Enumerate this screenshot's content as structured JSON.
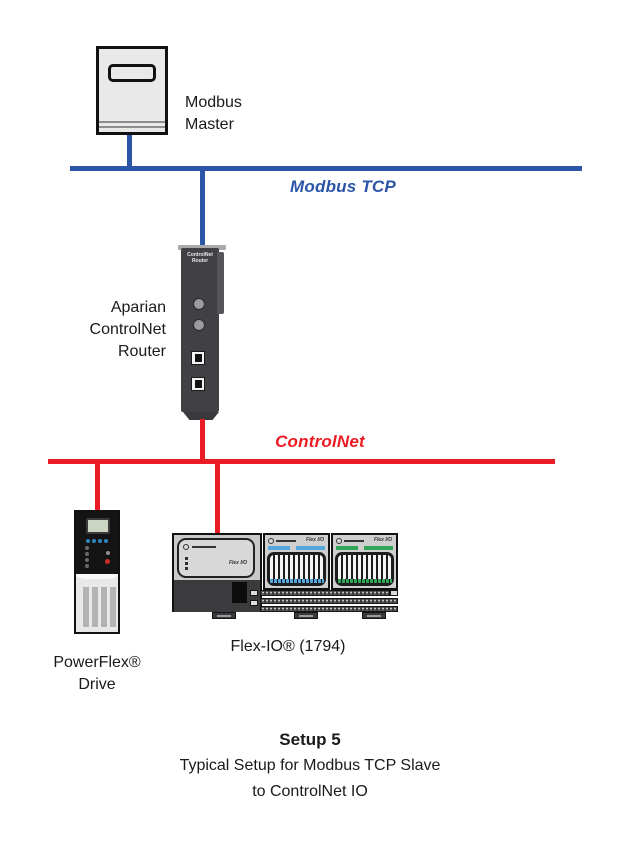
{
  "colors": {
    "modbus_blue": "#2b55a7",
    "controlnet_red": "#ec1c24",
    "text_black": "#1a1a1a",
    "io_stripe_blue": "#55a7db",
    "io_stripe_green": "#31a457"
  },
  "networks": {
    "modbus_tcp": {
      "label": "Modbus TCP"
    },
    "controlnet": {
      "label": "ControlNet"
    }
  },
  "nodes": {
    "modbus_master": {
      "line1": "Modbus",
      "line2": "Master"
    },
    "router": {
      "line1": "Aparian",
      "line2": "ControlNet",
      "line3": "Router",
      "device_line1": "ControlNet",
      "device_line2": "Router"
    },
    "powerflex": {
      "line1": "PowerFlex®",
      "line2": "Drive"
    },
    "flexio": {
      "label": "Flex-IO® (1794)",
      "brand": "Flex I/O"
    }
  },
  "caption": {
    "title": "Setup 5",
    "line1": "Typical Setup for Modbus TCP Slave",
    "line2": "to ControlNet IO"
  }
}
